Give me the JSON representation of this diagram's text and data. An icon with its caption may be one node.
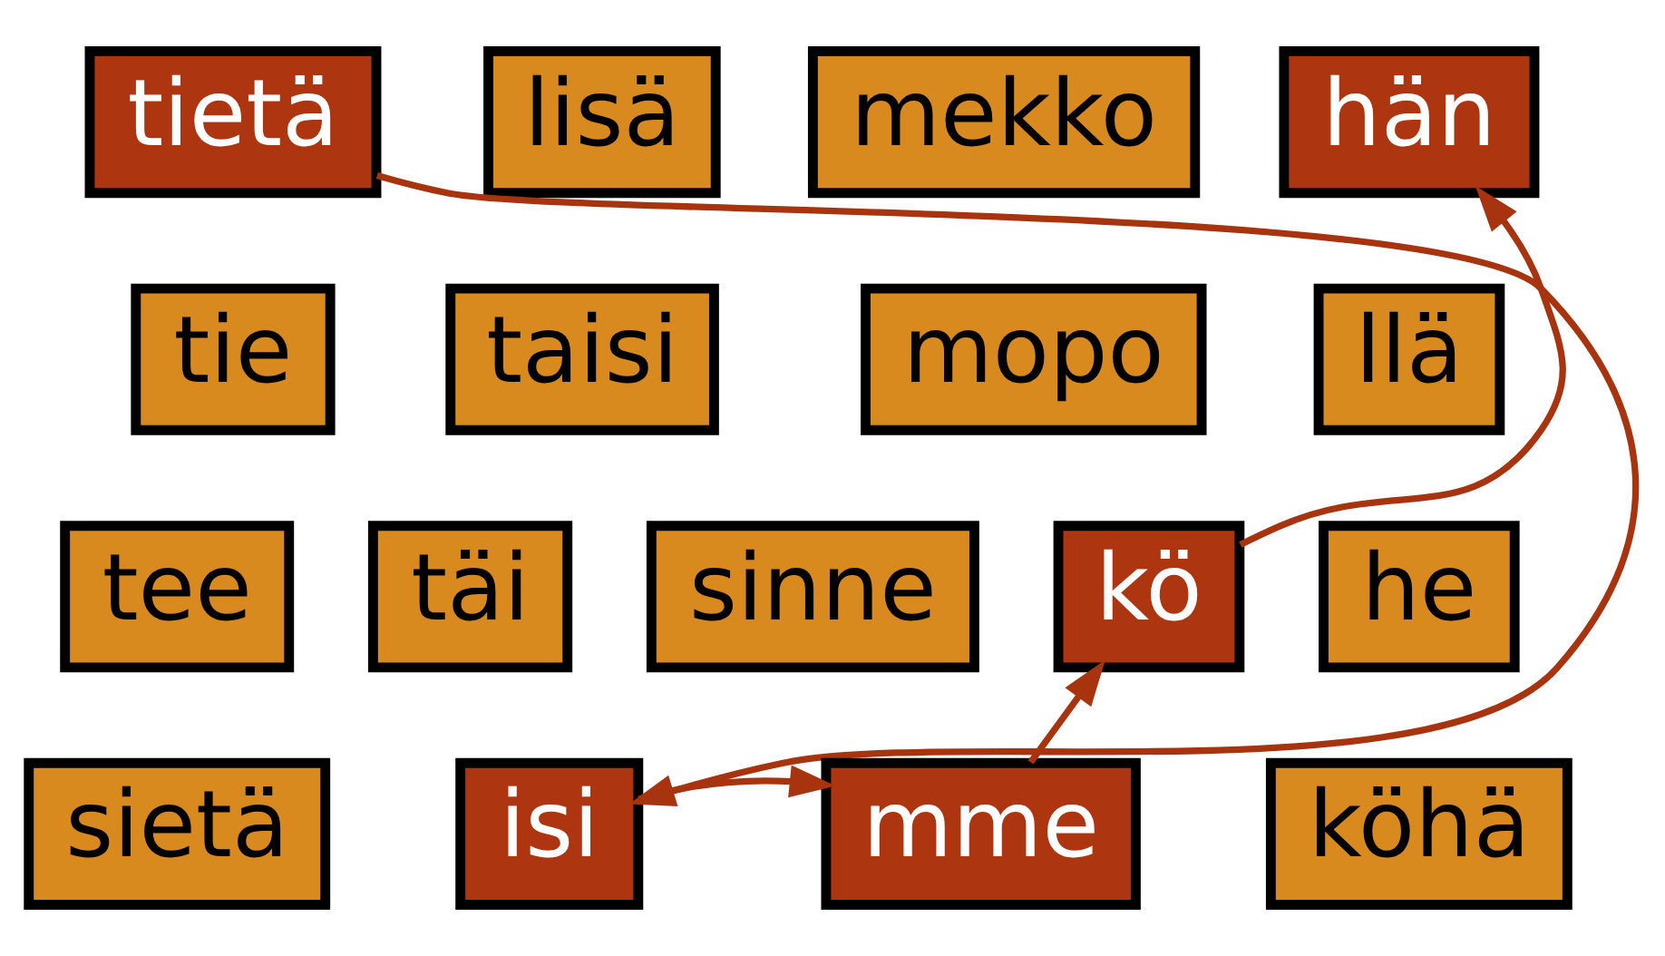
{
  "diagram": {
    "nodes": [
      {
        "text": [
          "tietä"
        ]
      },
      {
        "text": [
          "lisä"
        ]
      },
      {
        "text": [
          "mekko"
        ]
      },
      {
        "text": [
          "hän"
        ]
      },
      {
        "text": [
          "tie"
        ]
      },
      {
        "text": [
          "taisi"
        ]
      },
      {
        "text": [
          "mopo"
        ]
      },
      {
        "text": [
          "llä"
        ]
      },
      {
        "text": [
          "tee"
        ]
      },
      {
        "text": [
          "täi"
        ]
      },
      {
        "text": [
          "sinne"
        ]
      },
      {
        "text": [
          "kö"
        ]
      },
      {
        "text": [
          "he"
        ]
      },
      {
        "text": [
          "sietä"
        ]
      },
      {
        "text": [
          "isi"
        ]
      },
      {
        "text": [
          "mme"
        ]
      },
      {
        "text": [
          "köhä"
        ]
      }
    ],
    "edges": [
      {
        "from": 0,
        "to": 14,
        "arrow": "to",
        "color": "#a8340f"
      },
      {
        "from": 14,
        "to": 15,
        "arrow": "to",
        "color": "#a8340f"
      },
      {
        "from": 15,
        "to": 11,
        "arrow": "to",
        "color": "#a8340f"
      },
      {
        "from": 11,
        "to": 3,
        "arrow": "to",
        "color": "#a8340f"
      }
    ]
  }
}
